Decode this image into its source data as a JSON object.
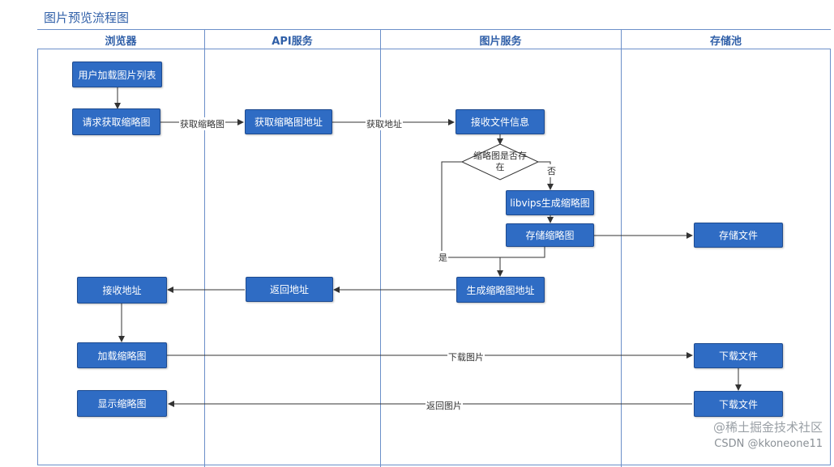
{
  "diagram": {
    "title": "图片预览流程图",
    "lanes": [
      "浏览器",
      "API服务",
      "图片服务",
      "存储池"
    ],
    "nodes": {
      "load_list": "用户加载图片列表",
      "request_thumb": "请求获取缩略图",
      "get_thumb_url": "获取缩略图地址",
      "receive_info": "接收文件信息",
      "decision": [
        "缩略图是否存",
        "在"
      ],
      "libvips": "libvips生成缩略图",
      "store_thumb": "存储缩略图",
      "store_file": "存储文件",
      "gen_thumb_url": "生成缩略图地址",
      "return_url": "返回地址",
      "receive_url": "接收地址",
      "load_thumb": "加载缩略图",
      "download_file_1": "下载文件",
      "download_file_2": "下载文件",
      "show_thumb": "显示缩略图"
    },
    "edge_labels": {
      "get_thumb": "获取缩略图",
      "get_url": "获取地址",
      "no": "否",
      "yes": "是",
      "download_image": "下载图片",
      "return_image": "返回图片"
    }
  },
  "watermark": "@稀土掘金技术社区",
  "credit": "CSDN @kkoneone11"
}
